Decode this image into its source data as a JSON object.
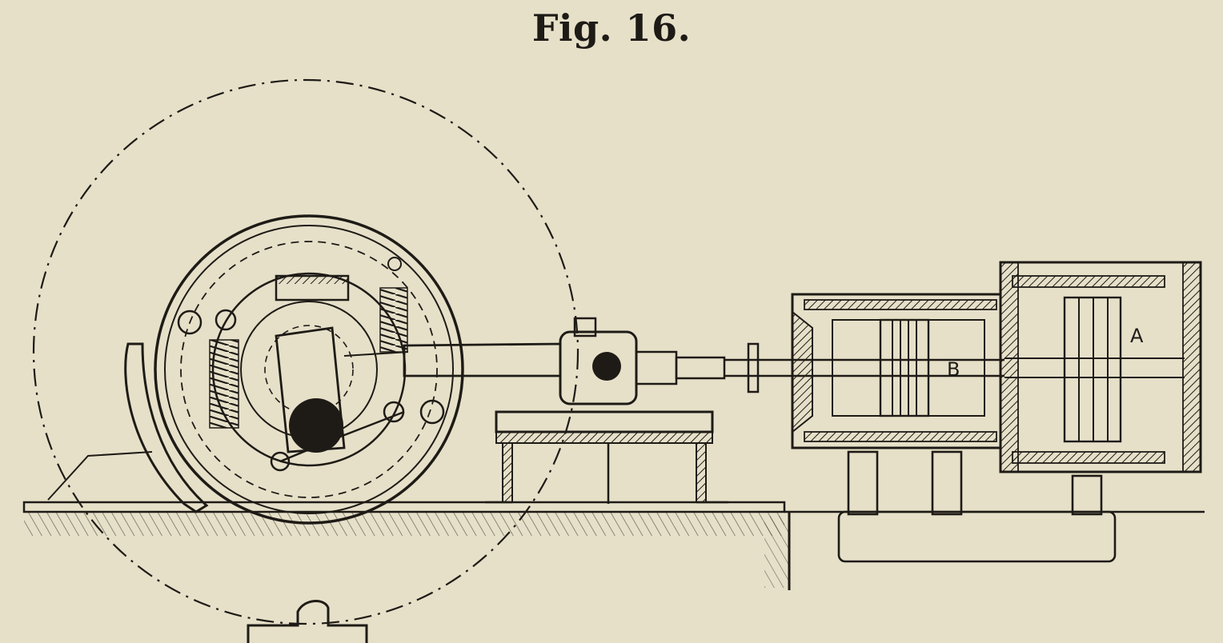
{
  "figure": {
    "title": "Fig. 16."
  },
  "labels": {
    "a": "A",
    "b": "B"
  },
  "colors": {
    "paper": "#e6e0c9",
    "ink": "#1e1b16"
  }
}
